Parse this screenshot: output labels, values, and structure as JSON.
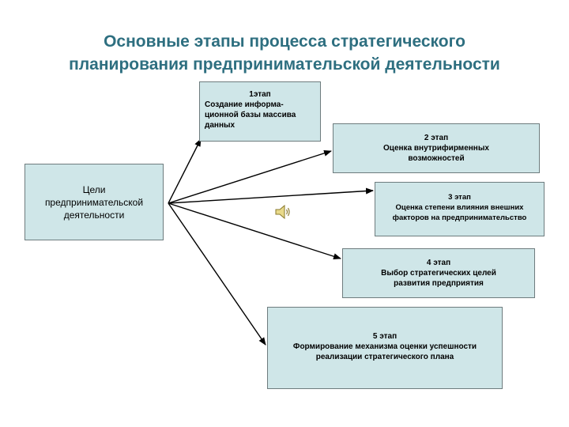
{
  "title": {
    "line1": "Основные этапы процесса стратегического",
    "line2": "планирования предпринимательской деятельности"
  },
  "goals": {
    "line1": "Цели",
    "line2": "предпринимательской",
    "line3": "деятельности"
  },
  "stages": [
    {
      "line1": "1этап",
      "line2": "Создание информа-",
      "line3": "ционной базы массива",
      "line4": "данных"
    },
    {
      "line1": "2 этап",
      "line2": "Оценка внутрифирменных",
      "line3": "возможностей"
    },
    {
      "line1": "3 этап",
      "line2": "Оценка степени влияния внешних",
      "line3": "факторов на предпринимательство"
    },
    {
      "line1": "4 этап",
      "line2": "Выбор стратегических целей",
      "line3": "развития предприятия"
    },
    {
      "line1": "5 этап",
      "line2": "Формирование механизма оценки успешности",
      "line3": "реализации стратегического плана"
    }
  ],
  "icons": {
    "speaker": "speaker-icon"
  },
  "colors": {
    "title": "#2e6f80",
    "box_fill": "#cfe6e8",
    "box_border": "#6e7c7e",
    "arrow": "#000000"
  }
}
